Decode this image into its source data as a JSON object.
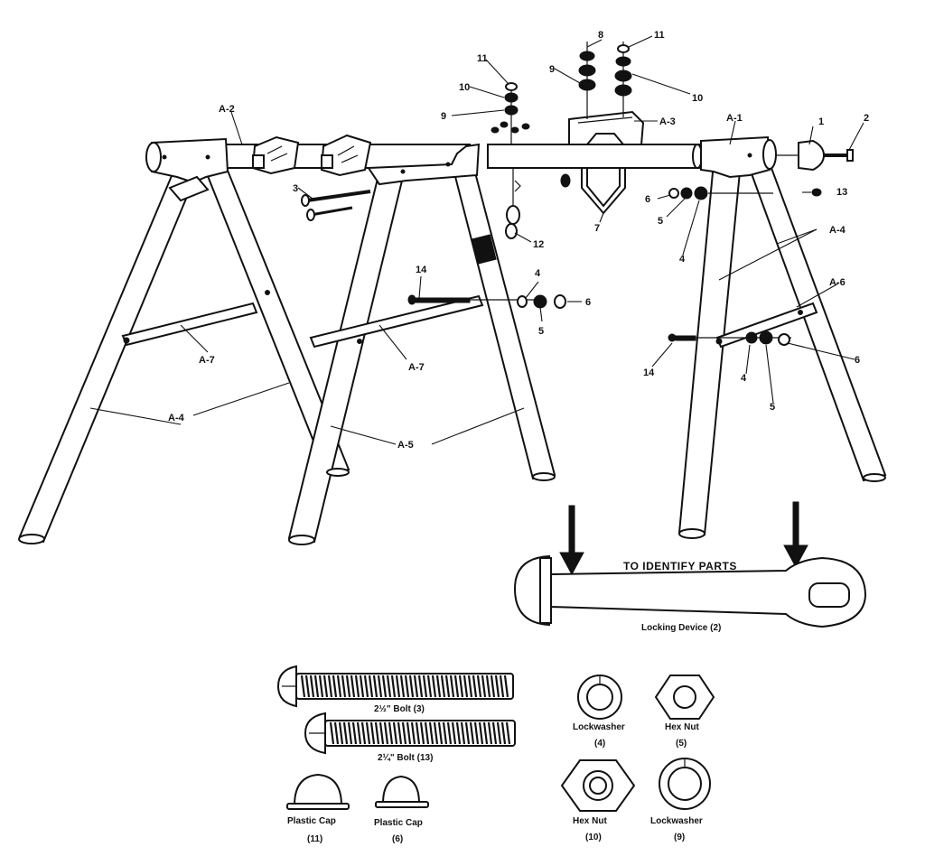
{
  "labels": {
    "a1": "A-1",
    "a2": "A-2",
    "a3": "A-3",
    "a4_left": "A-4",
    "a4_right": "A-4",
    "a5": "A-5",
    "a6": "A-6",
    "a7_left": "A-7",
    "a7_mid": "A-7",
    "n1": "1",
    "n2": "2",
    "n3": "3",
    "n4_mid": "4",
    "n4_right_upper": "4",
    "n4_right_lower": "4",
    "n5_mid": "5",
    "n5_right_upper": "5",
    "n5_right_lower": "5",
    "n6_mid": "6",
    "n6_right_upper": "6",
    "n6_right_lower": "6",
    "n7": "7",
    "n8": "8",
    "n9_left": "9",
    "n9_right": "9",
    "n10_left": "10",
    "n10_right": "10",
    "n11_left": "11",
    "n11_right": "11",
    "n12": "12",
    "n13": "13",
    "n14_mid": "14",
    "n14_right": "14"
  },
  "identify": {
    "heading": "TO IDENTIFY PARTS",
    "locking_device": "Locking Device (2)",
    "bolt_3": "2½\" Bolt (3)",
    "bolt_13": "2¼\" Bolt (13)",
    "plastic_cap_11": "Plastic Cap",
    "plastic_cap_11_num": "(11)",
    "plastic_cap_6": "Plastic Cap",
    "plastic_cap_6_num": "(6)",
    "lockwasher_4": "Lockwasher",
    "lockwasher_4_num": "(4)",
    "hex_nut_5": "Hex Nut",
    "hex_nut_5_num": "(5)",
    "hex_nut_10": "Hex Nut",
    "hex_nut_10_num": "(10)",
    "lockwasher_9": "Lockwasher",
    "lockwasher_9_num": "(9)"
  }
}
